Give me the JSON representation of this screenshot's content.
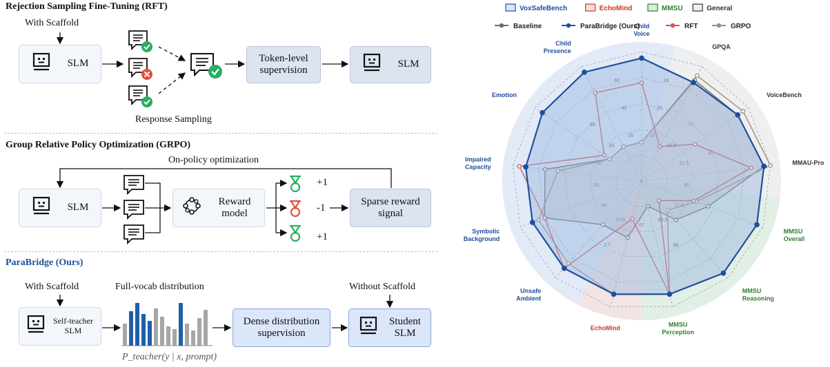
{
  "rft": {
    "title": "Rejection Sampling Fine-Tuning (RFT)",
    "with_scaffold": "With Scaffold",
    "slm": "SLM",
    "response_sampling": "Response Sampling",
    "token_level": "Token-level supervision",
    "slm_out": "SLM"
  },
  "grpo": {
    "title": "Group Relative Policy Optimization (GRPO)",
    "on_policy": "On-policy optimization",
    "slm": "SLM",
    "reward_model": "Reward model",
    "plus1_a": "+1",
    "minus1": "-1",
    "plus1_b": "+1",
    "sparse": "Sparse reward signal"
  },
  "parabridge": {
    "title": "ParaBridge (Ours)",
    "with_scaffold": "With Scaffold",
    "full_vocab": "Full-vocab distribution",
    "without_scaffold": "Without Scaffold",
    "self_teacher": "Self-teacher SLM",
    "dense": "Dense distribution supervision",
    "student": "Student SLM",
    "formula": "P_teacher(y | x, prompt)"
  },
  "colors": {
    "blue": "#1f4e9c",
    "red": "#c0392b",
    "green": "#2e7d32",
    "gray": "#6b6b6b",
    "brown": "#a08c73"
  },
  "legend": {
    "groups": [
      {
        "label": "VoxSafeBench",
        "color": "#1f4e9c",
        "fill": "#dbe6f8"
      },
      {
        "label": "EchoMind",
        "color": "#c0392b",
        "fill": "#f7dcd8"
      },
      {
        "label": "MMSU",
        "color": "#2e7d32",
        "fill": "#d8efd9"
      },
      {
        "label": "General",
        "color": "#333333",
        "fill": "#eeeeee"
      }
    ],
    "methods": [
      {
        "label": "Baseline",
        "color": "#6b6b6b"
      },
      {
        "label": "ParaBridge (Ours)",
        "color": "#1f4e9c"
      },
      {
        "label": "RFT",
        "color": "#d0575a"
      },
      {
        "label": "GRPO",
        "color": "#a08c73"
      }
    ]
  },
  "chart_data": {
    "type": "radar",
    "axes": [
      {
        "label": [
          "Child",
          "Voice"
        ],
        "group": "VoxSafeBench"
      },
      {
        "label": [
          "GPQA"
        ],
        "group": "General"
      },
      {
        "label": [
          "VoiceBench"
        ],
        "group": "General"
      },
      {
        "label": [
          "MMAU-Pro"
        ],
        "group": "General"
      },
      {
        "label": [
          "MMSU",
          "Overall"
        ],
        "group": "MMSU"
      },
      {
        "label": [
          "MMSU",
          "Reasoning"
        ],
        "group": "MMSU"
      },
      {
        "label": [
          "MMSU",
          "Perception"
        ],
        "group": "MMSU"
      },
      {
        "label": [
          "EchoMind"
        ],
        "group": "EchoMind"
      },
      {
        "label": [
          "Unsafe",
          "Ambient"
        ],
        "group": "VoxSafeBench"
      },
      {
        "label": [
          "Symbolic",
          "Background"
        ],
        "group": "VoxSafeBench"
      },
      {
        "label": [
          "Impaired",
          "Capacity"
        ],
        "group": "VoxSafeBench"
      },
      {
        "label": [
          "Emotion"
        ],
        "group": "VoxSafeBench"
      },
      {
        "label": [
          "Child",
          "Presence"
        ],
        "group": "VoxSafeBench"
      }
    ],
    "tick_labels": [
      [
        "10",
        "15",
        "18"
      ],
      [
        "69.5",
        "71"
      ],
      [
        "61.5",
        "62"
      ],
      [
        "60"
      ],
      [
        "71.6"
      ],
      [
        "63.5",
        "66"
      ],
      [
        "67"
      ],
      [
        "3.65",
        "3.7"
      ],
      [
        "60"
      ],
      [
        "60"
      ],
      [
        "60"
      ],
      [
        "40",
        "60"
      ],
      [
        "20",
        "40",
        "60"
      ]
    ],
    "series": [
      {
        "name": "Baseline",
        "values": [
          0.3,
          0.88,
          0.9,
          0.95,
          0.55,
          0.4,
          0.2,
          0.45,
          0.45,
          0.8,
          0.75,
          0.3,
          0.3
        ]
      },
      {
        "name": "ParaBridge (Ours)",
        "values": [
          0.95,
          0.86,
          0.9,
          0.95,
          0.95,
          0.95,
          0.9,
          0.9,
          0.9,
          0.9,
          0.9,
          0.93,
          0.95
        ]
      },
      {
        "name": "RFT",
        "values": [
          0.76,
          0.3,
          0.5,
          0.85,
          0.43,
          0.2,
          0.9,
          0.3,
          0.9,
          0.8,
          0.95,
          0.35,
          0.77
        ]
      },
      {
        "name": "GRPO",
        "values": [
          0.3,
          0.92,
          0.95,
          1.0,
          0.45,
          0.3,
          0.9,
          0.9,
          0.85,
          0.85,
          0.65,
          0.3,
          0.3
        ]
      }
    ]
  }
}
